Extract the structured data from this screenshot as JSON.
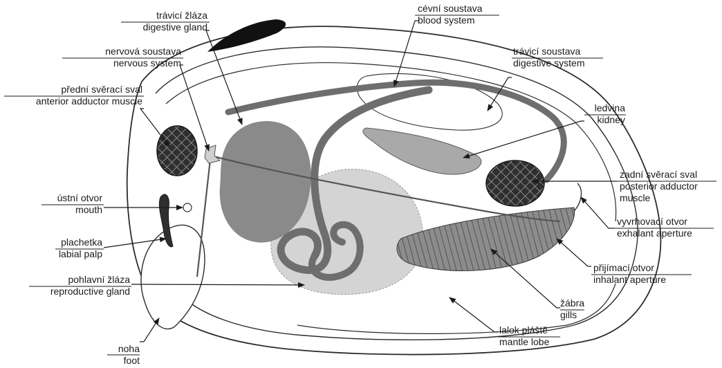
{
  "labels": {
    "digestive_gland": {
      "cz": "trávicí žláza",
      "en": "digestive gland"
    },
    "blood_system": {
      "cz": "cévní soustava",
      "en": "blood system"
    },
    "nervous_system": {
      "cz": "nervová soustava",
      "en": "nervous system"
    },
    "digestive_system": {
      "cz": "trávicí soustava",
      "en": "digestive system"
    },
    "anterior_adductor": {
      "cz": "přední svěrací sval",
      "en": "anterior adductor muscle"
    },
    "kidney": {
      "cz": "ledvina",
      "en": "kidney"
    },
    "posterior_adductor": {
      "cz": "zadní svěrací sval",
      "en": "posterior adductor",
      "en2": "muscle"
    },
    "mouth": {
      "cz": "ústní otvor",
      "en": "mouth"
    },
    "exhalant": {
      "cz": "vyvrhovací otvor",
      "en": "exhalant aperture"
    },
    "labial_palp": {
      "cz": "plachetka",
      "en": "labial palp"
    },
    "inhalant": {
      "cz": "přijímací otvor",
      "en": "inhalant aperture"
    },
    "reproductive": {
      "cz": "pohlavní žláza",
      "en": "reproductive gland"
    },
    "gills": {
      "cz": "žábra",
      "en": "gills"
    },
    "mantle_lobe": {
      "cz": "lalok pláště",
      "en": "mantle lobe"
    },
    "foot": {
      "cz": "noha",
      "en": "foot"
    }
  },
  "colors": {
    "outline": "#2b2b2b",
    "muscle": "#2f2f2f",
    "digestive_gland": "#8a8a8a",
    "gonad": "#d4d4d4",
    "intestine": "#6e6e6e",
    "kidney": "#a9a9a9",
    "gills": "#8c8c8c",
    "hinge": "#111111"
  }
}
